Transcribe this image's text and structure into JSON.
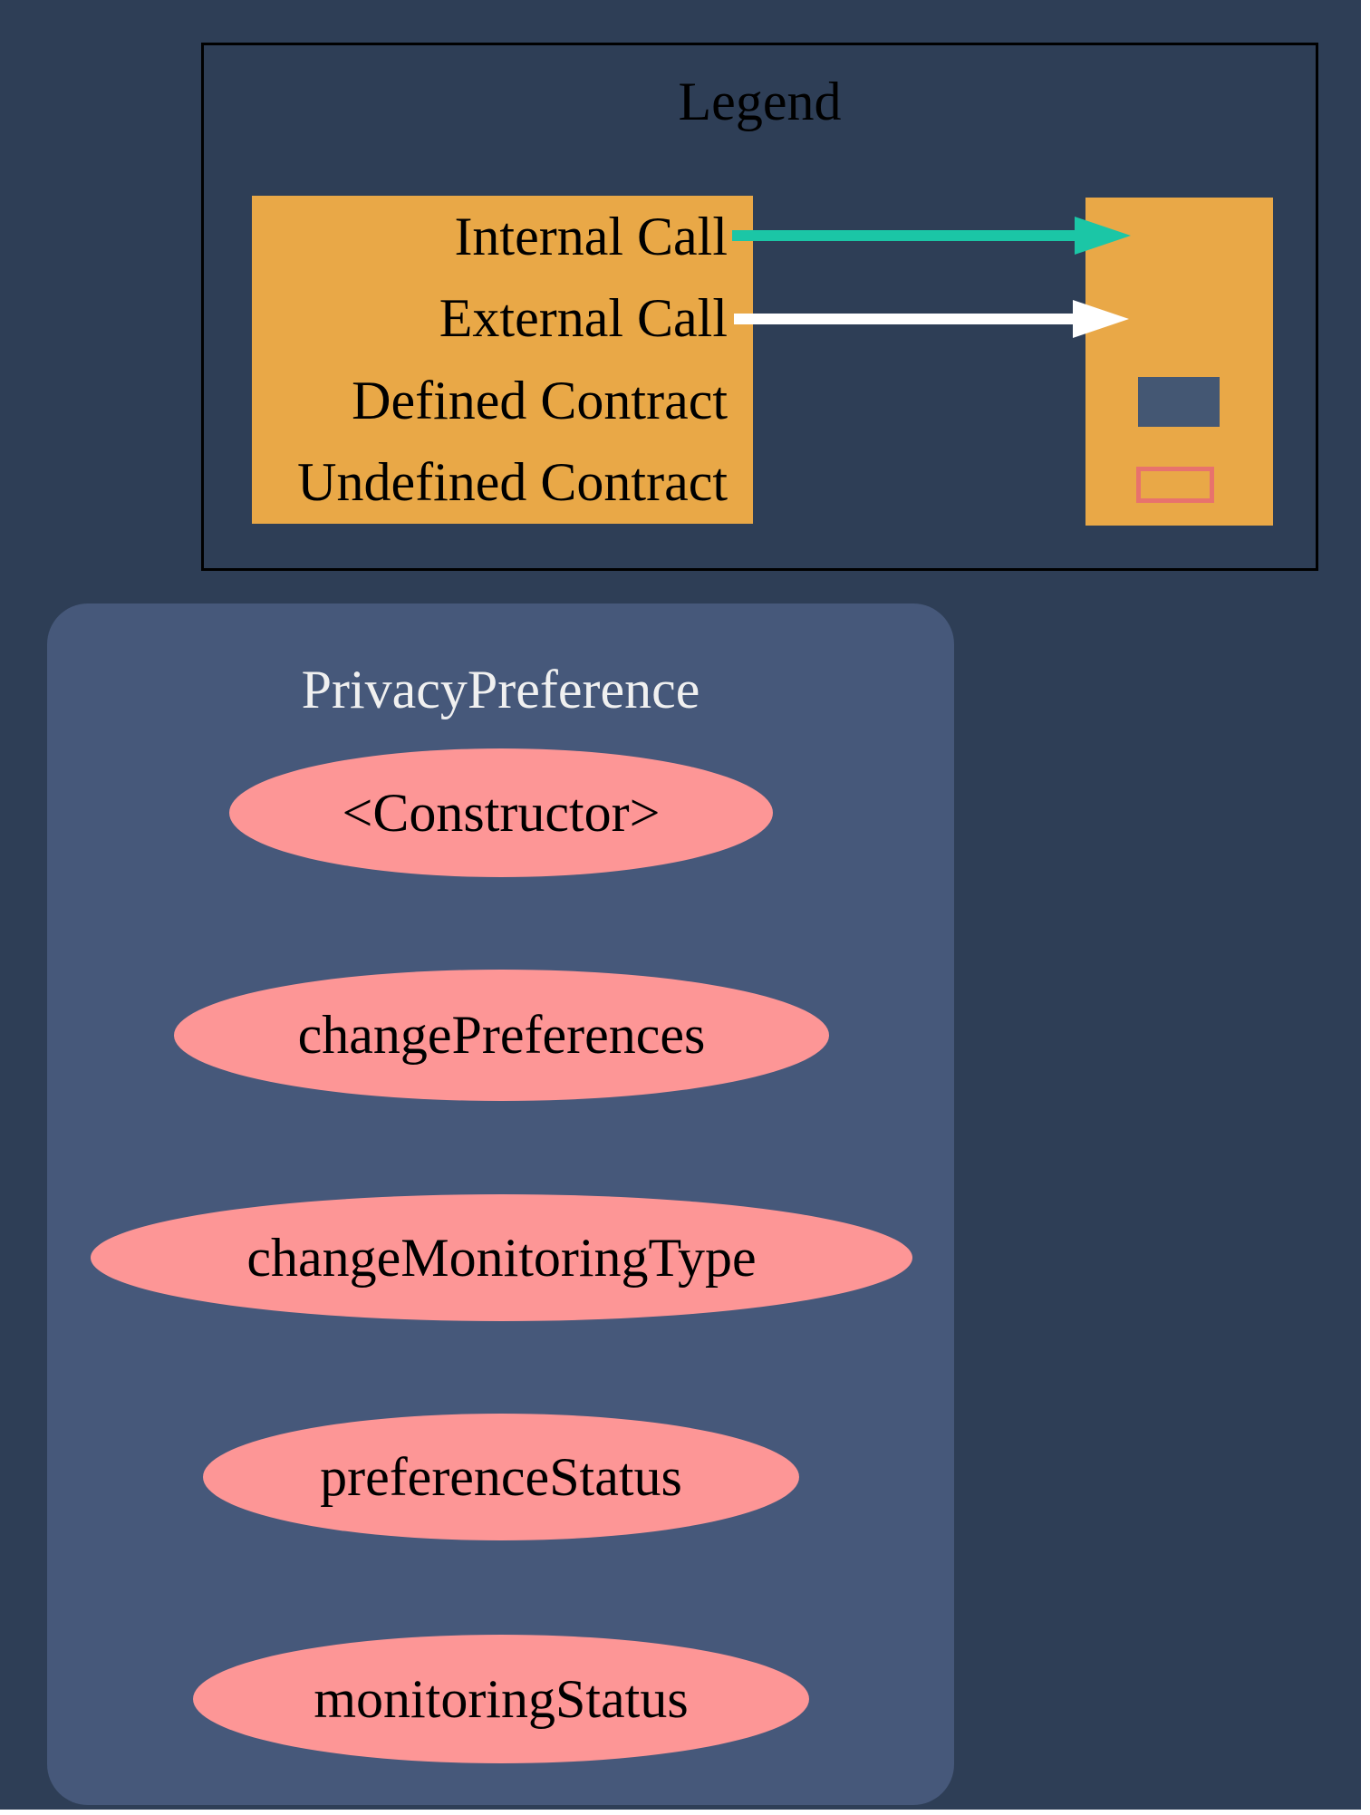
{
  "colors": {
    "background": "#2e3e56",
    "page_margin": "#ffffff",
    "legend_border": "#000000",
    "legend_panel": "#e9a847",
    "internal_call": "#1bc6a6",
    "external_call": "#ffffff",
    "defined_contract": "#445773",
    "undefined_contract_outline": "#e8726d",
    "function_node": "#fd9696",
    "contract_container": "#46587a",
    "contract_title_text": "#f0f0f0",
    "label_text": "#000000"
  },
  "legend": {
    "title": "Legend",
    "items": [
      "Internal Call",
      "External Call",
      "Defined Contract",
      "Undefined Contract"
    ],
    "swatches": [
      "internal-call-arrow",
      "external-call-arrow",
      "defined-contract-swatch",
      "undefined-contract-swatch"
    ]
  },
  "contract": {
    "name": "PrivacyPreference",
    "functions": [
      "<Constructor>",
      "changePreferences",
      "changeMonitoringType",
      "preferenceStatus",
      "monitoringStatus"
    ]
  }
}
